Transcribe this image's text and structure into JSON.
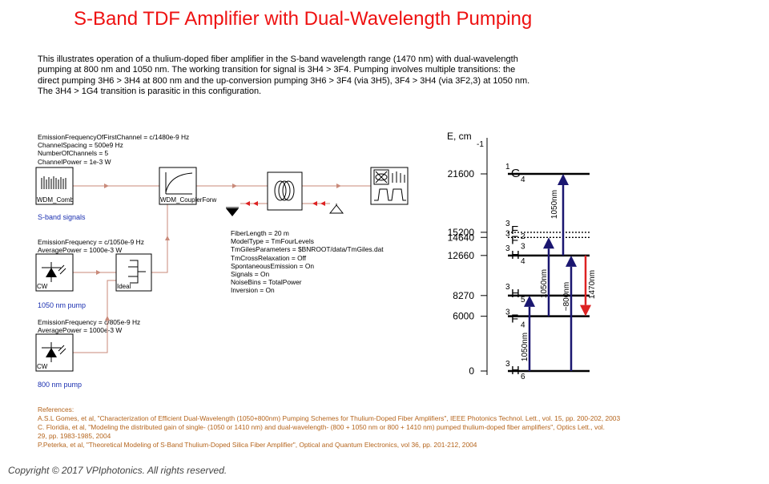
{
  "title": "S-Band TDF Amplifier with Dual-Wavelength Pumping",
  "description": [
    "This illustrates operation of a thulium-doped fiber amplifier in the S-band wavelength range (1470 nm) with dual-wavelength",
    "pumping at 800 nm and 1050 nm. The working transition for signal is 3H4 > 3F4. Pumping involves multiple transitions: the",
    "direct pumping 3H6 > 3H4 at 800 nm and the up-conversion pumping 3H6 > 3F4 (via 3H5), 3F4 > 3H4 (via 3F2,3) at 1050 nm.",
    "The 3H4 > 1G4 transition is parasitic in this configuration."
  ],
  "schematic": {
    "wdm_params": [
      "EmissionFrequencyOfFirstChannel = c/1480e-9 Hz",
      "ChannelSpacing = 500e9 Hz",
      "NumberOfChannels = 5",
      "ChannelPower = 1e-3 W"
    ],
    "wdm_label": "WDM_Comb",
    "signals_label": "S-band signals",
    "coupler_label": "WDM_CouplerForw",
    "fiber_params": [
      "FiberLength = 20 m",
      "ModelType = TmFourLevels",
      "TmGilesParameters = $BNROOT/data/TmGiles.dat",
      "TmCrossRelaxation = Off",
      "SpontaneousEmission = On",
      "Signals = On",
      "NoiseBins = TotalPower",
      "Inversion = On"
    ],
    "pump1050_params": [
      "EmissionFrequency = c/1050e-9 Hz",
      "AveragePower = 1000e-3 W"
    ],
    "cw_label": "CW",
    "ideal_label": "Ideal",
    "pump1050_label": "1050 nm pump",
    "pump805_params": [
      "EmissionFrequency = c/805e-9 Hz",
      "AveragePower = 1000e-3 W"
    ],
    "pump800_label": "800 nm pump"
  },
  "energy_diagram": {
    "axis_label": "E, cm",
    "axis_exp": "-1",
    "levels": [
      {
        "value": "21600",
        "name": "G",
        "sup": "1",
        "sub": "4",
        "energy": 21600
      },
      {
        "value": "15200",
        "name": "F",
        "sup": "3",
        "sub": "2",
        "energy": 15200
      },
      {
        "value": "14640",
        "name": "F",
        "sup": "3",
        "sub": "3",
        "energy": 14640
      },
      {
        "value": "12660",
        "name": "H",
        "sup": "3",
        "sub": "4",
        "energy": 12660
      },
      {
        "value": "8270",
        "name": "H",
        "sup": "3",
        "sub": "5",
        "energy": 8270
      },
      {
        "value": "6000",
        "name": "F",
        "sup": "3",
        "sub": "4",
        "energy": 6000
      },
      {
        "value": "0",
        "name": "H",
        "sup": "3",
        "sub": "6",
        "energy": 0
      }
    ],
    "transition_labels": {
      "pump_1050_ground": "1050nm",
      "pump_1050_excited": "1050nm",
      "pump_1050_parasitic": "1050nm",
      "pump_800": "~800nm",
      "signal": "1470nm"
    },
    "colors": {
      "pump": "#1a1670",
      "signal": "#dd2222",
      "line": "#000000"
    }
  },
  "references": {
    "heading": "References:",
    "lines": [
      "A.S.L Gomes, et al, \"Characterization of Efficient Dual-Wavelength (1050+800nm) Pumping Schemes for Thulium-Doped Fiber Amplifiers\", IEEE Photonics Technol. Lett., vol. 15, pp. 200-202, 2003",
      "C. Floridia, et al, \"Modeling the distributed gain of single- (1050 or 1410 nm) and dual-wavelength- (800 + 1050 nm or 800 + 1410 nm) pumped thulium-doped fiber amplifiers\", Optics Lett., vol.",
      "29, pp. 1983-1985, 2004",
      "P.Peterka, et al, \"Theoretical Modeling of S-Band Thulium-Doped Silica Fiber Amplifier\", Optical and Quantum Electronics, vol 36, pp. 201-212, 2004"
    ]
  },
  "copyright": "Copyright © 2017 VPIphotonics. All rights reserved."
}
